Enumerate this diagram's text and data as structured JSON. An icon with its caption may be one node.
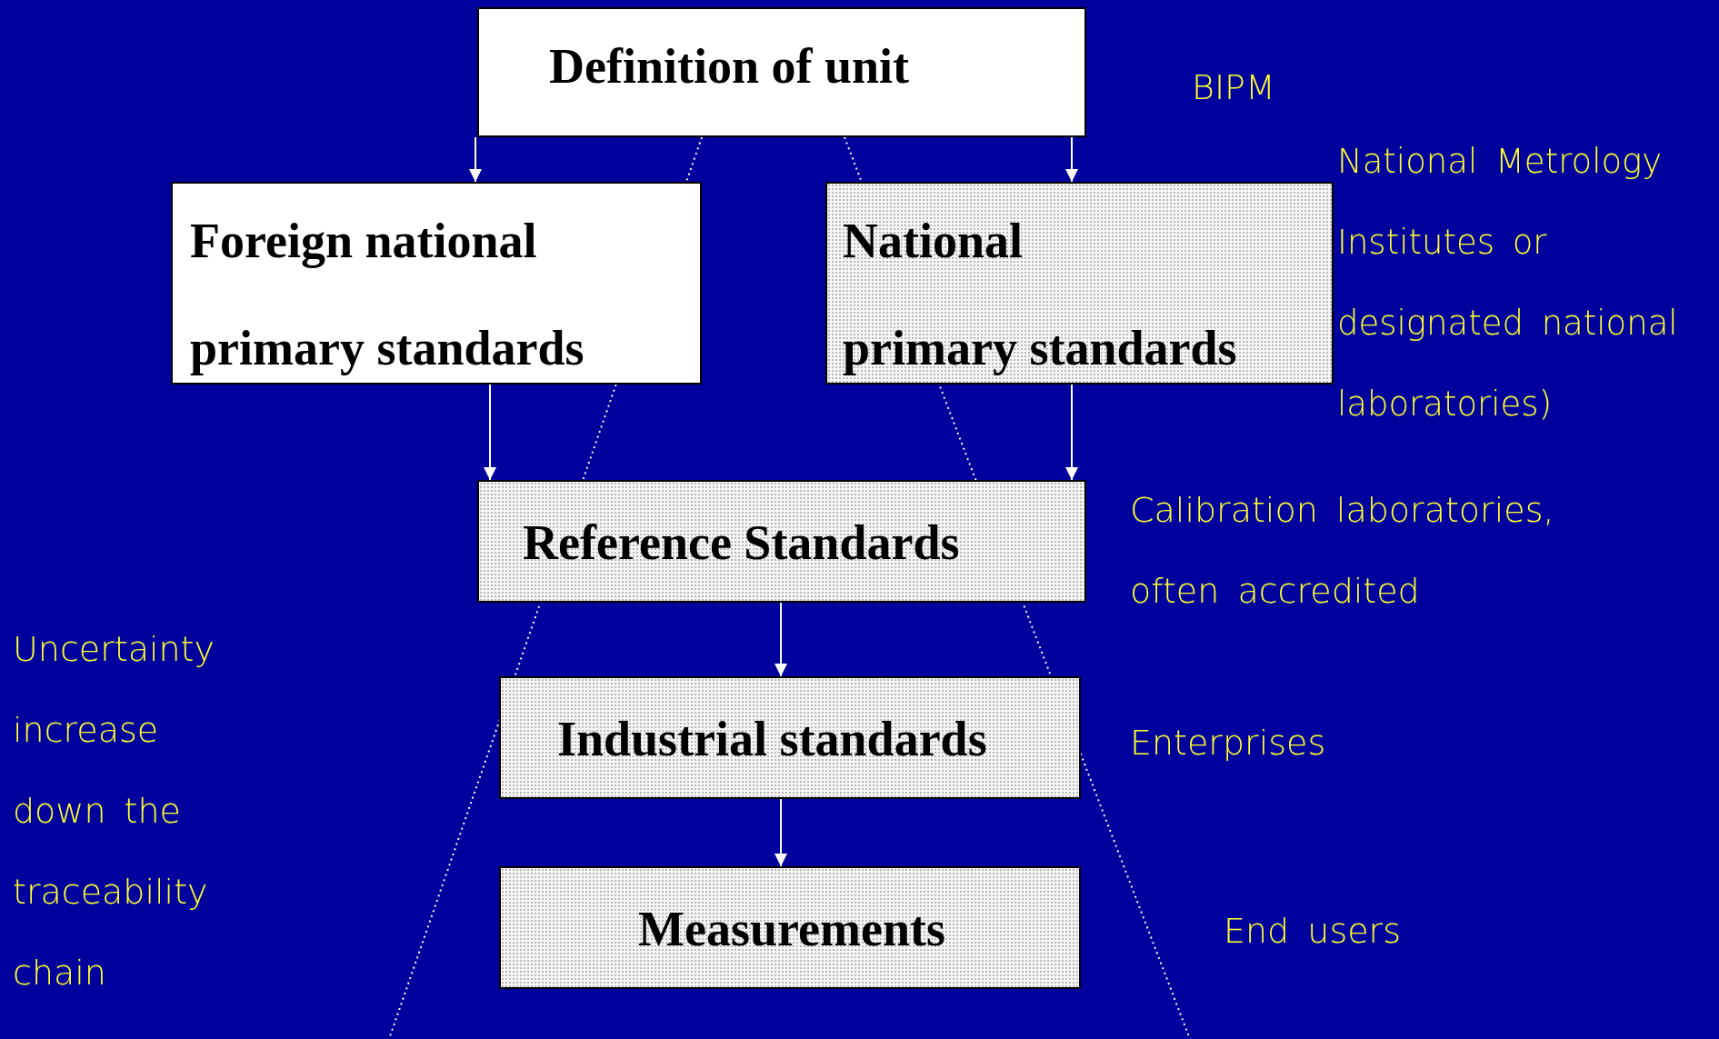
{
  "diagram": {
    "nodes": [
      {
        "text": [
          "Definition of unit"
        ]
      },
      {
        "text": [
          "Foreign national",
          "primary standards"
        ]
      },
      {
        "text": [
          "National",
          "primary standards"
        ]
      },
      {
        "text": [
          "Reference Standards"
        ]
      },
      {
        "text": [
          "Industrial standards"
        ]
      },
      {
        "text": [
          "Measurements"
        ]
      }
    ],
    "edges": [
      {
        "from": 0,
        "to": 1,
        "arrow": "to"
      },
      {
        "from": 0,
        "to": 2,
        "arrow": "to"
      },
      {
        "from": 1,
        "to": 3,
        "arrow": "to"
      },
      {
        "from": 2,
        "to": 3,
        "arrow": "to"
      },
      {
        "from": 3,
        "to": 4,
        "arrow": "to"
      },
      {
        "from": 4,
        "to": 5,
        "arrow": "to"
      }
    ],
    "labels": [
      "BIPM",
      "National Metrology Institutes or designated national laboratories)",
      "Calibration laboratories, often accredited",
      "Enterprises",
      "End users",
      "Uncertainty increase down the traceability chain"
    ]
  }
}
